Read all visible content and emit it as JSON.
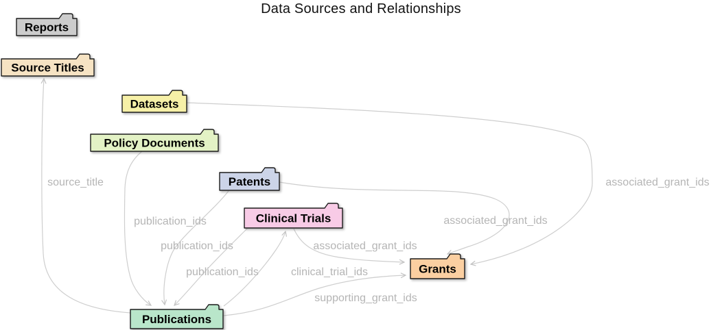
{
  "title": "Data Sources and Relationships",
  "diagram": {
    "type": "graph",
    "edge_color": "#cecece",
    "edge_label_color": "#b5b5b5",
    "nodes": [
      {
        "id": "reports",
        "label": "Reports",
        "color": "#cccccc"
      },
      {
        "id": "source_titles",
        "label": "Source Titles",
        "color": "#f6e3c3"
      },
      {
        "id": "datasets",
        "label": "Datasets",
        "color": "#f6f0a7"
      },
      {
        "id": "policy_documents",
        "label": "Policy Documents",
        "color": "#e3f2c5"
      },
      {
        "id": "patents",
        "label": "Patents",
        "color": "#ccd4e8"
      },
      {
        "id": "clinical_trials",
        "label": "Clinical Trials",
        "color": "#f8cbe6"
      },
      {
        "id": "grants",
        "label": "Grants",
        "color": "#fbcfa1"
      },
      {
        "id": "publications",
        "label": "Publications",
        "color": "#b9e6ca"
      }
    ],
    "edges": [
      {
        "from": "policy_documents",
        "to": "publications",
        "label": "publication_ids"
      },
      {
        "from": "patents",
        "to": "publications",
        "label": "publication_ids"
      },
      {
        "from": "clinical_trials",
        "to": "publications",
        "label": "publication_ids"
      },
      {
        "from": "publications",
        "to": "source_titles",
        "label": "source_title"
      },
      {
        "from": "publications",
        "to": "clinical_trials",
        "label": "clinical_trial_ids"
      },
      {
        "from": "publications",
        "to": "grants",
        "label": "supporting_grant_ids"
      },
      {
        "from": "clinical_trials",
        "to": "grants",
        "label": "associated_grant_ids"
      },
      {
        "from": "patents",
        "to": "grants",
        "label": "associated_grant_ids"
      },
      {
        "from": "datasets",
        "to": "grants",
        "label": "associated_grant_ids"
      }
    ]
  }
}
